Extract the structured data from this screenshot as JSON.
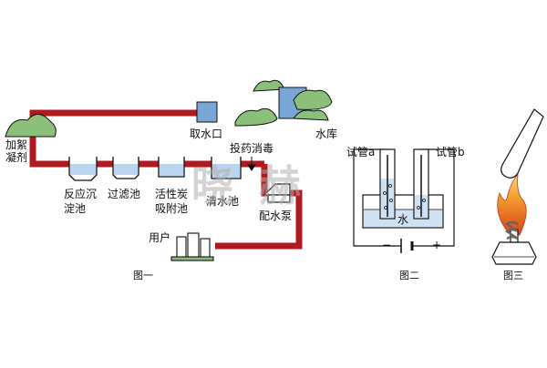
{
  "colors": {
    "pipe": "#b01a1f",
    "tank_fill": "#7aa6d6",
    "tree": "#8cc07a",
    "outline": "#111111"
  },
  "figure1": {
    "reservoir": "水库",
    "intake": "取水口",
    "coagulant_line1": "加絮",
    "coagulant_line2": "凝剂",
    "reaction_tank_line1": "反应沉",
    "reaction_tank_line2": "淀池",
    "filter_tank": "过滤池",
    "carbon_tank_line1": "活性炭",
    "carbon_tank_line2": "吸附池",
    "clear_water_tank": "清水池",
    "disinfectant": "投药消毒",
    "pump": "配水泵",
    "users": "用户",
    "caption": "图一"
  },
  "figure2": {
    "tube_a": "试管a",
    "tube_b": "试管b",
    "water": "水",
    "minus": "−",
    "plus": "+",
    "caption": "图二"
  },
  "figure3": {
    "caption": "图三"
  },
  "watermark": "晓 赫"
}
